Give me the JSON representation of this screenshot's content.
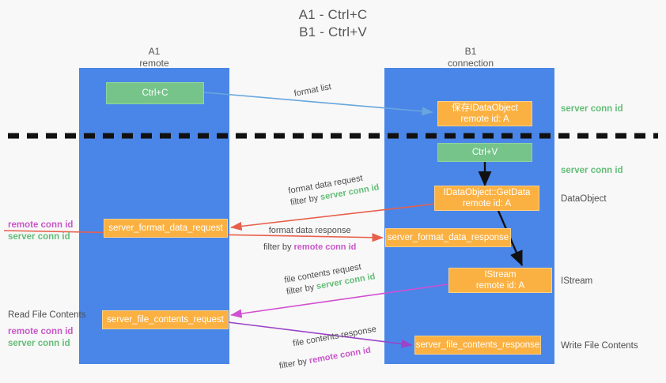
{
  "title": {
    "line1": "A1 - Ctrl+C",
    "line2": "B1 - Ctrl+V"
  },
  "columns": [
    {
      "id": "A1",
      "subtitle": "remote"
    },
    {
      "id": "B1",
      "subtitle": "connection"
    }
  ],
  "nodes": {
    "ctrl_c": {
      "line1": "Ctrl+C",
      "line2": ""
    },
    "save_idataobject": {
      "line1": "保存IDataObject",
      "line2": "remote id: A"
    },
    "ctrl_v": {
      "line1": "Ctrl+V",
      "line2": ""
    },
    "getdata": {
      "line1": "IDataObject::GetData",
      "line2": "remote id: A"
    },
    "server_format_data_request": {
      "line1": "server_format_data_request",
      "line2": ""
    },
    "server_format_data_response": {
      "line1": "server_format_data_response",
      "line2": ""
    },
    "istream": {
      "line1": "IStream",
      "line2": "remote id: A"
    },
    "server_file_contents_request": {
      "line1": "server_file_contents_request",
      "line2": ""
    },
    "server_file_contents_response": {
      "line1": "server_file_contents_response",
      "line2": ""
    }
  },
  "edge_labels": {
    "format_list": "format list",
    "format_data_request": "format data request",
    "format_data_request_filter_prefix": "filter by ",
    "format_data_request_filter_value": "server conn id",
    "format_data_response": "format data response",
    "format_data_response_filter_prefix": "filter by ",
    "format_data_response_filter_value": "remote conn id",
    "file_contents_request": "file contents request",
    "file_contents_request_filter_prefix": "filter by ",
    "file_contents_request_filter_value": "server conn id",
    "file_contents_response": "file contents response",
    "file_contents_response_filter_prefix": "filter by ",
    "file_contents_response_filter_value": "remote conn id"
  },
  "right_notes": {
    "server_conn_id_top": "server conn id",
    "server_conn_id_mid": "server conn id",
    "dataobject": "DataObject",
    "istream": "IStream",
    "write_file_contents": "Write File Contents"
  },
  "left_notes": {
    "remote_conn_id_1": "remote conn id",
    "server_conn_id_1": "server conn id",
    "read_file_contents": "Read File Contents",
    "remote_conn_id_2": "remote conn id",
    "server_conn_id_2": "server conn id"
  },
  "colors": {
    "lane": "#4a86e8",
    "green_node": "#76c48a",
    "orange_node": "#fbb142",
    "divider": "#111111",
    "arrow_blue": "#68a6dd",
    "arrow_red": "#e8604c",
    "arrow_pink": "#d14fd1",
    "arrow_purple": "#9b44c9",
    "arrow_black": "#111111",
    "text_green": "#63bd76",
    "text_pink": "#c857c8",
    "background": "#f8f8f8"
  }
}
